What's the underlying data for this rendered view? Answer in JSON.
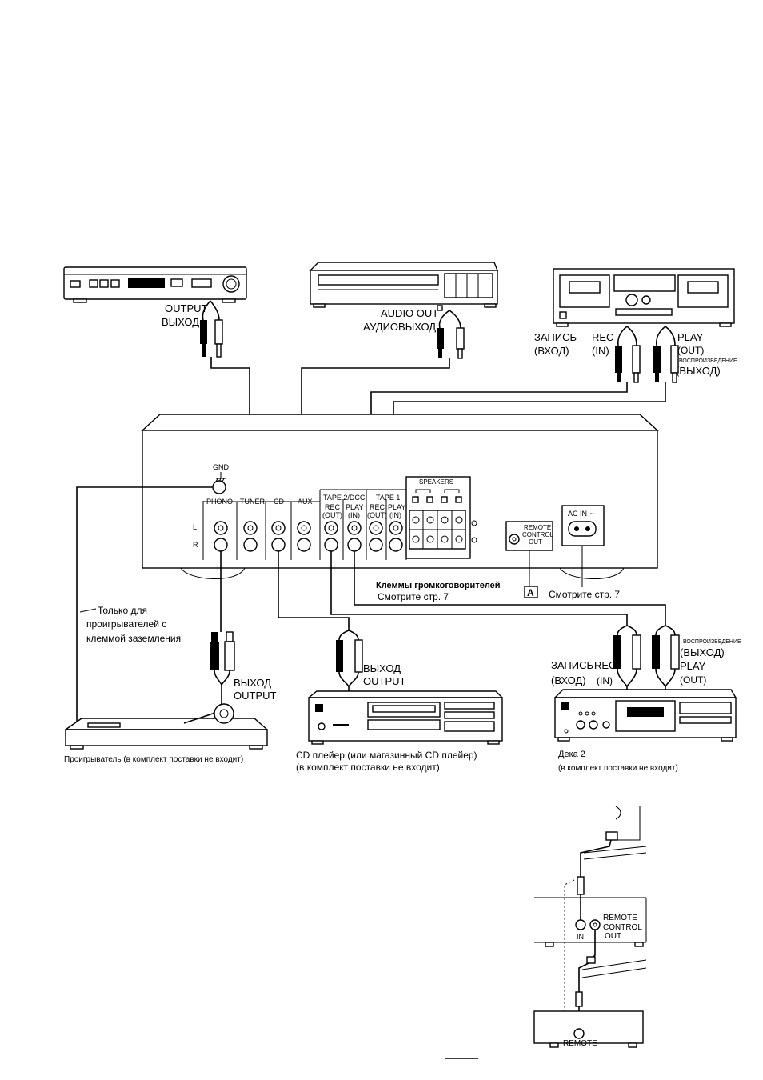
{
  "devices": {
    "tuner": {
      "output_en": "OUTPUT",
      "output_ru": "ВЫХОД"
    },
    "vcr": {
      "audio_out_en": "AUDIO OUT",
      "audio_out_ru": "АУДИОВЫХОД"
    },
    "deck1": {
      "rec_ru": "ЗАПИСЬ",
      "rec_ru_paren": "(ВХОД)",
      "rec_en": "REC",
      "rec_en_paren": "(IN)",
      "play_en": "PLAY",
      "play_en_paren": "(OUT)",
      "play_ru_small": "ВОСПРОИЗВЕДЕНИЕ",
      "play_ru_paren": "(ВЫХОД)"
    },
    "deck2": {
      "rec_ru": "ЗАПИСЬ",
      "rec_ru_paren": "(ВХОД)",
      "rec_en": "REC",
      "rec_en_paren": "(IN)",
      "play_en": "PLAY",
      "play_en_paren": "(OUT)",
      "play_ru_small": "ВОСПРОИЗВЕДЕНИЕ",
      "play_ru_paren": "(ВЫХОД)",
      "caption_1": "Дека 2",
      "caption_2": "(в комплект поставки не входит)"
    },
    "turntable": {
      "output_ru": "ВЫХОД",
      "output_en": "OUTPUT",
      "caption": "Проигрыватель (в комплект поставки не входит)"
    },
    "cd": {
      "output_ru": "ВЫХОД",
      "output_en": "OUTPUT",
      "caption_1": "CD плейер (или магазинный CD плейер)",
      "caption_2": "(в комплект поставки не входит)"
    }
  },
  "amplifier": {
    "gnd": "GND",
    "inputs": [
      "PHONO",
      "TUNER",
      "CD",
      "AUX"
    ],
    "tape2": {
      "title": "TAPE 2/DCC",
      "rec": "REC",
      "rec_sub": "(OUT)",
      "play": "PLAY",
      "play_sub": "(IN)"
    },
    "tape1": {
      "title": "TAPE 1",
      "rec": "REC",
      "rec_sub": "(OUT)",
      "play": "PLAY",
      "play_sub": "(IN)"
    },
    "speakers": "SPEAKERS",
    "channel_left": "L",
    "channel_right": "R",
    "remote": [
      "REMOTE",
      "CONTROL",
      "OUT"
    ],
    "ac_in": "AC IN ∼"
  },
  "notes": {
    "speaker_terminals": "Клеммы громкоговорителей",
    "see_page_1": "Смотрите стр. 7",
    "marker_a": "A",
    "see_page_2": "Смотрите стр. 7",
    "ground_only_1": "Только для",
    "ground_only_2": "проигрывателей с",
    "ground_only_3": "клеммой заземления"
  },
  "inset": {
    "in": "IN",
    "remote_out": [
      "REMOTE",
      "CONTROL",
      "OUT"
    ],
    "remote": "REMOTE"
  }
}
